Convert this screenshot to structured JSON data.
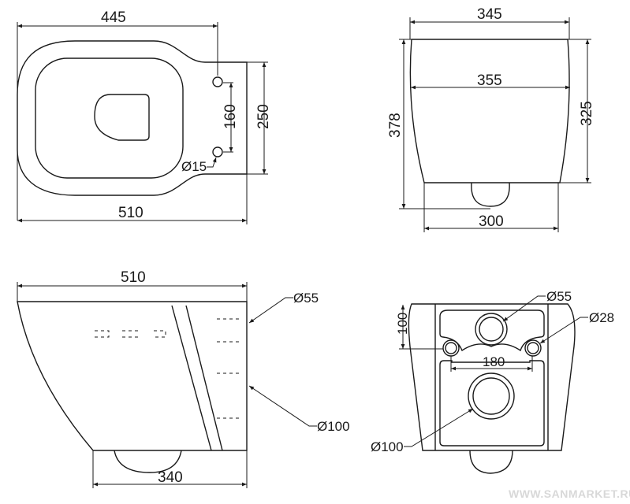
{
  "top_view": {
    "width_seat": "445",
    "width_total": "510",
    "mount_spacing": "160",
    "mount_width": "250",
    "hole_diameter": "Ø15"
  },
  "front_view": {
    "top_width": "345",
    "max_width": "355",
    "height_total": "378",
    "body_height": "325",
    "base_width": "300"
  },
  "side_view": {
    "length": "510",
    "base_length": "340",
    "inlet_diameter": "Ø55",
    "outlet_diameter": "Ø100"
  },
  "rear_view": {
    "inlet_diameter": "Ø55",
    "bolt_diameter": "Ø28",
    "outlet_diameter": "Ø100",
    "bolt_spacing": "180",
    "bolt_height": "100"
  },
  "watermark": "WWW.SANMARKET.RU"
}
